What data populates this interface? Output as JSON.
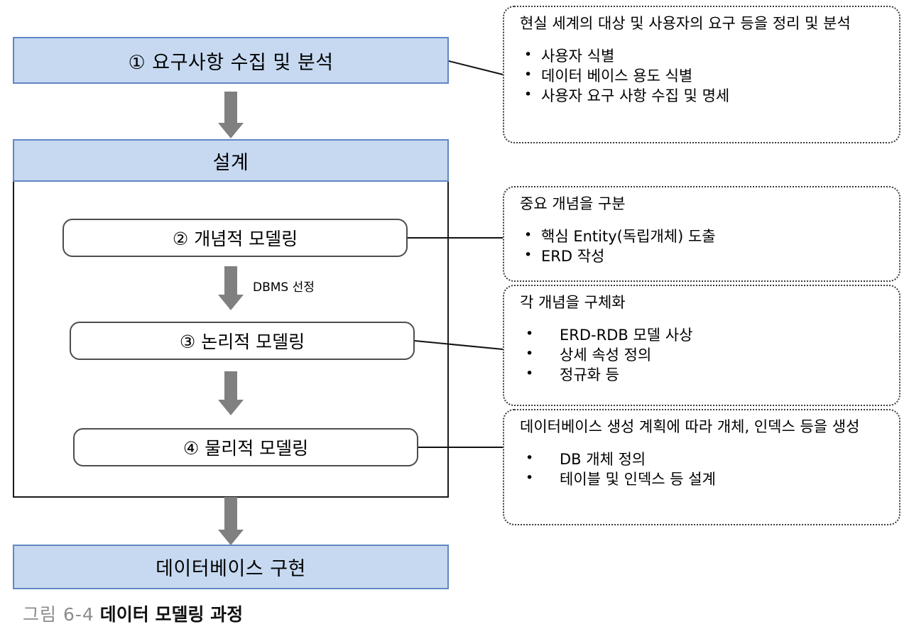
{
  "figure": {
    "caption_number": "그림 6-4",
    "caption_title": "데이터 모델링 과정"
  },
  "flow": {
    "stages": [
      {
        "id": "requirements",
        "label": "① 요구사항 수집 및 분석"
      },
      {
        "id": "design",
        "label": "설계"
      },
      {
        "id": "implementation",
        "label": "데이터베이스 구현"
      }
    ],
    "steps": [
      {
        "id": "conceptual",
        "label": "② 개념적 모델링"
      },
      {
        "id": "logical",
        "label": "③ 논리적 모델링"
      },
      {
        "id": "physical",
        "label": "④ 물리적 모델링"
      }
    ],
    "edge_labels": [
      {
        "id": "dbms-selection",
        "label": "DBMS 선정"
      }
    ]
  },
  "callouts": [
    {
      "id": "requirements-callout",
      "headline": "현실 세계의 대상 및 사용자의 요구 등을 정리 및 분석",
      "bullets": [
        "사용자 식별",
        "데이터 베이스 용도 식별",
        "사용자 요구 사항 수집 및 명세"
      ]
    },
    {
      "id": "conceptual-callout",
      "headline": "중요 개념을 구분",
      "bullets": [
        "핵심 Entity(독립개체) 도출",
        "ERD 작성"
      ]
    },
    {
      "id": "logical-callout",
      "headline": "각 개념을 구체화",
      "bullets": [
        "ERD-RDB 모델 사상",
        "상세 속성 정의",
        "정규화 등"
      ]
    },
    {
      "id": "physical-callout",
      "headline": "데이터베이스 생성 계획에 따라 개체, 인덱스 등을 생성",
      "bullets": [
        "DB 개체 정의",
        "테이블 및 인덱스 등 설계"
      ]
    }
  ],
  "colors": {
    "stage_fill": "#c6d9f1",
    "stage_border": "#6187c4",
    "arrow": "#808080",
    "container_border": "#1a1a1a",
    "step_border": "#4d4d4d",
    "callout_border": "#3a3a3a",
    "caption_number": "#8c8c8c"
  }
}
